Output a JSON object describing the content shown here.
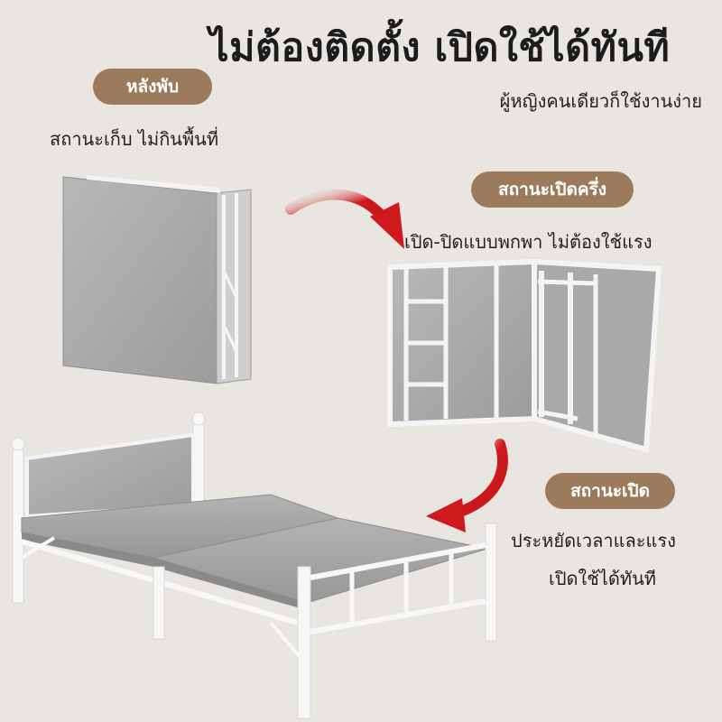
{
  "headline": "ไม่ต้องติดตั้ง เปิดใช้ได้ทันที",
  "subline": "ผู้หญิงคนเดียวก็ใช้งานง่าย",
  "folded": {
    "badge": "หลังพับ",
    "caption": "สถานะเก็บ ไม่กินพื้นที่"
  },
  "half_open": {
    "badge": "สถานะเปิดครึ่ง",
    "caption": "เปิด-ปิดแบบพกพา ไม่ต้องใช้แรง"
  },
  "open": {
    "badge": "สถานะเปิด",
    "caption_line1": "ประหยัดเวลาและแรง",
    "caption_line2": "เปิดใช้ได้ทันที"
  },
  "colors": {
    "background": "#e9e6e1",
    "badge": "#9c7b5c",
    "arrow": "#d0191c",
    "mattress": "#a9a9a9",
    "frame": "#f6f6f6"
  }
}
